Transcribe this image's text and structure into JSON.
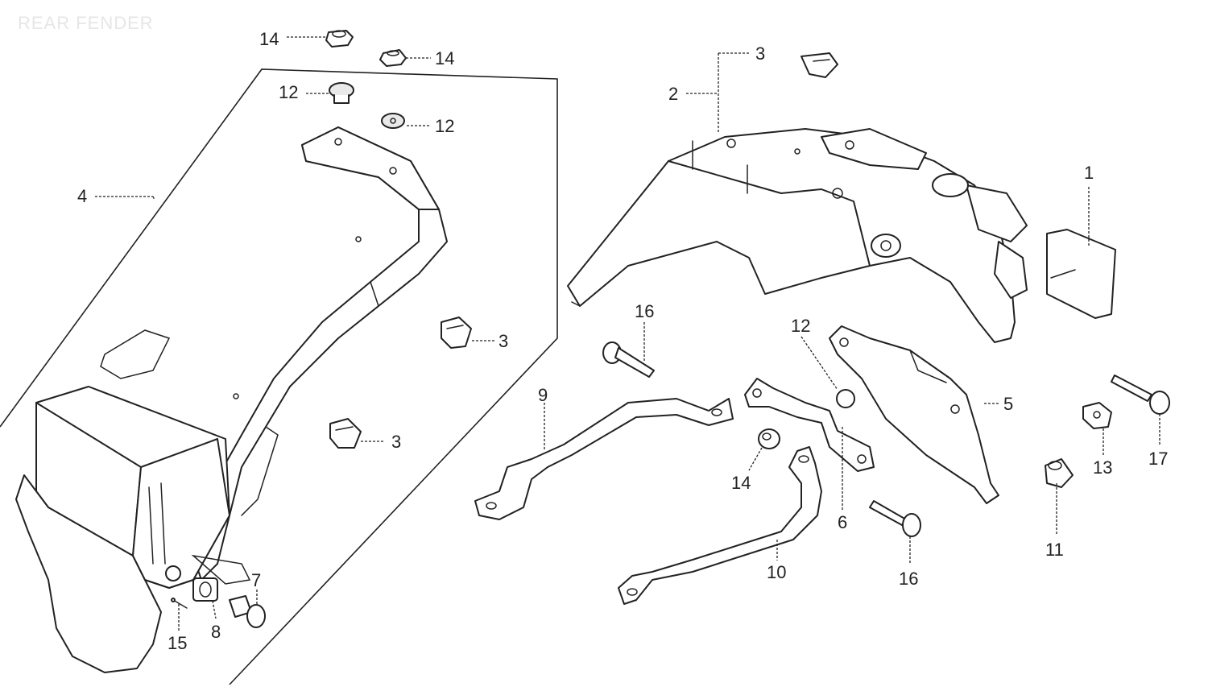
{
  "diagram": {
    "title": "REAR FENDER",
    "callouts": {
      "c1": "1",
      "c2": "2",
      "c3a": "3",
      "c3b": "3",
      "c3c": "3",
      "c4": "4",
      "c5": "5",
      "c6": "6",
      "c7": "7",
      "c8": "8",
      "c9": "9",
      "c10": "10",
      "c11": "11",
      "c12a": "12",
      "c12b": "12",
      "c12c": "12",
      "c13": "13",
      "c14a": "14",
      "c14b": "14",
      "c14c": "14",
      "c15": "15",
      "c16a": "16",
      "c16b": "16",
      "c17": "17"
    }
  }
}
